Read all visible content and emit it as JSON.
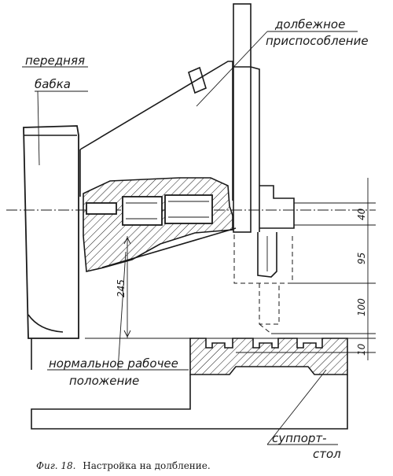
{
  "labels": {
    "headstock_line1": "передняя",
    "headstock_line2": "бабка",
    "slotting_line1": "долбежное",
    "slotting_line2": "приспособление",
    "normal_line1": "нормальное рабочее",
    "normal_line2": "положение",
    "carriage_line1": "суппорт-",
    "carriage_line2": "стол"
  },
  "dimensions": {
    "d40": "40",
    "d95": "95",
    "d100": "100",
    "d10": "10",
    "d245": "245"
  },
  "caption": {
    "figure": "Фиг. 18.",
    "text": "Настройка на долбление."
  }
}
